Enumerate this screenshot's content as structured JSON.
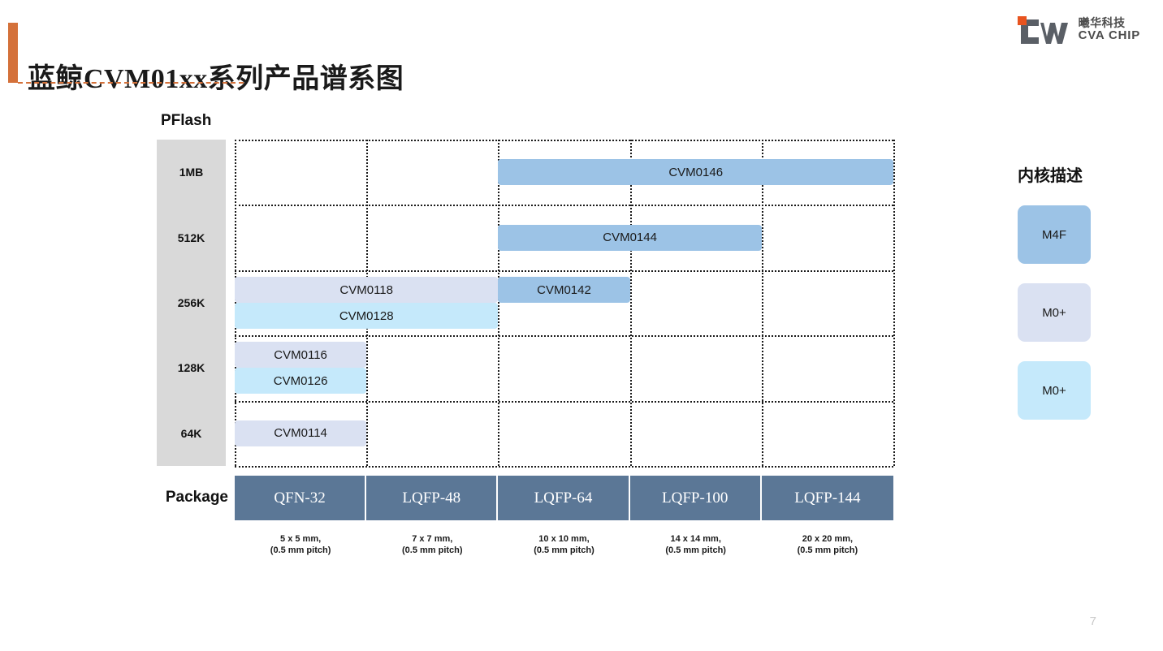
{
  "header": {
    "title": "蓝鲸CVM01xx系列产品谱系图",
    "accent_color": "#d4713a",
    "logo": {
      "cn": "曦华科技",
      "en": "CVA CHIP",
      "mark_color": "#5a5f66",
      "square_color": "#e8541f"
    }
  },
  "axes": {
    "y_title": "PFlash",
    "y_labels": [
      "1MB",
      "512K",
      "256K",
      "128K",
      "64K"
    ],
    "x_title": "Package",
    "x_labels": [
      "QFN-32",
      "LQFP-48",
      "LQFP-64",
      "LQFP-100",
      "LQFP-144"
    ],
    "x_notes": [
      "5 x 5 mm,\n(0.5 mm pitch)",
      "7 x 7 mm,\n(0.5 mm pitch)",
      "10 x 10 mm,\n(0.5 mm pitch)",
      "14 x 14 mm,\n(0.5 mm pitch)",
      "20 x 20 mm,\n(0.5 mm pitch)"
    ]
  },
  "legend": {
    "title": "内核描述",
    "items": [
      {
        "label": "M4F",
        "color": "#9cc3e6"
      },
      {
        "label": "M0+",
        "color": "#dae1f2"
      },
      {
        "label": "M0+",
        "color": "#c5e9fb"
      }
    ]
  },
  "footer": {
    "page_number": "7"
  },
  "chart_data": {
    "type": "bar",
    "title": "蓝鲸CVM01xx系列产品谱系图",
    "xlabel": "Package",
    "ylabel": "PFlash",
    "categories": [
      "QFN-32",
      "LQFP-48",
      "LQFP-64",
      "LQFP-100",
      "LQFP-144"
    ],
    "y_categories": [
      "1MB",
      "512K",
      "256K",
      "128K",
      "64K"
    ],
    "grid": true,
    "legend_position": "right",
    "products": [
      {
        "name": "CVM0146",
        "core": "M4F",
        "flash": "1MB",
        "package_from": "LQFP-64",
        "package_to": "LQFP-144",
        "color": "#9cc3e6",
        "row": 0,
        "col_start": 2,
        "col_end": 4,
        "sub": 0
      },
      {
        "name": "CVM0144",
        "core": "M4F",
        "flash": "512K",
        "package_from": "LQFP-64",
        "package_to": "LQFP-100",
        "color": "#9cc3e6",
        "row": 1,
        "col_start": 2,
        "col_end": 3,
        "sub": 0
      },
      {
        "name": "CVM0118",
        "core": "M0+",
        "flash": "256K",
        "package_from": "QFN-32",
        "package_to": "LQFP-48",
        "color": "#dae1f2",
        "row": 2,
        "col_start": 0,
        "col_end": 1,
        "sub": 0
      },
      {
        "name": "CVM0128",
        "core": "M0+",
        "flash": "256K",
        "package_from": "QFN-32",
        "package_to": "LQFP-48",
        "color": "#c5e9fb",
        "row": 2,
        "col_start": 0,
        "col_end": 1,
        "sub": 1
      },
      {
        "name": "CVM0142",
        "core": "M4F",
        "flash": "256K",
        "package_from": "LQFP-64",
        "package_to": "LQFP-64",
        "color": "#9cc3e6",
        "row": 2,
        "col_start": 2,
        "col_end": 2,
        "sub": 0
      },
      {
        "name": "CVM0116",
        "core": "M0+",
        "flash": "128K",
        "package_from": "QFN-32",
        "package_to": "QFN-32",
        "color": "#dae1f2",
        "row": 3,
        "col_start": 0,
        "col_end": 0,
        "sub": 0
      },
      {
        "name": "CVM0126",
        "core": "M0+",
        "flash": "128K",
        "package_from": "QFN-32",
        "package_to": "QFN-32",
        "color": "#c5e9fb",
        "row": 3,
        "col_start": 0,
        "col_end": 0,
        "sub": 1
      },
      {
        "name": "CVM0114",
        "core": "M0+",
        "flash": "64K",
        "package_from": "QFN-32",
        "package_to": "QFN-32",
        "color": "#dae1f2",
        "row": 4,
        "col_start": 0,
        "col_end": 0,
        "sub": 0
      }
    ]
  }
}
